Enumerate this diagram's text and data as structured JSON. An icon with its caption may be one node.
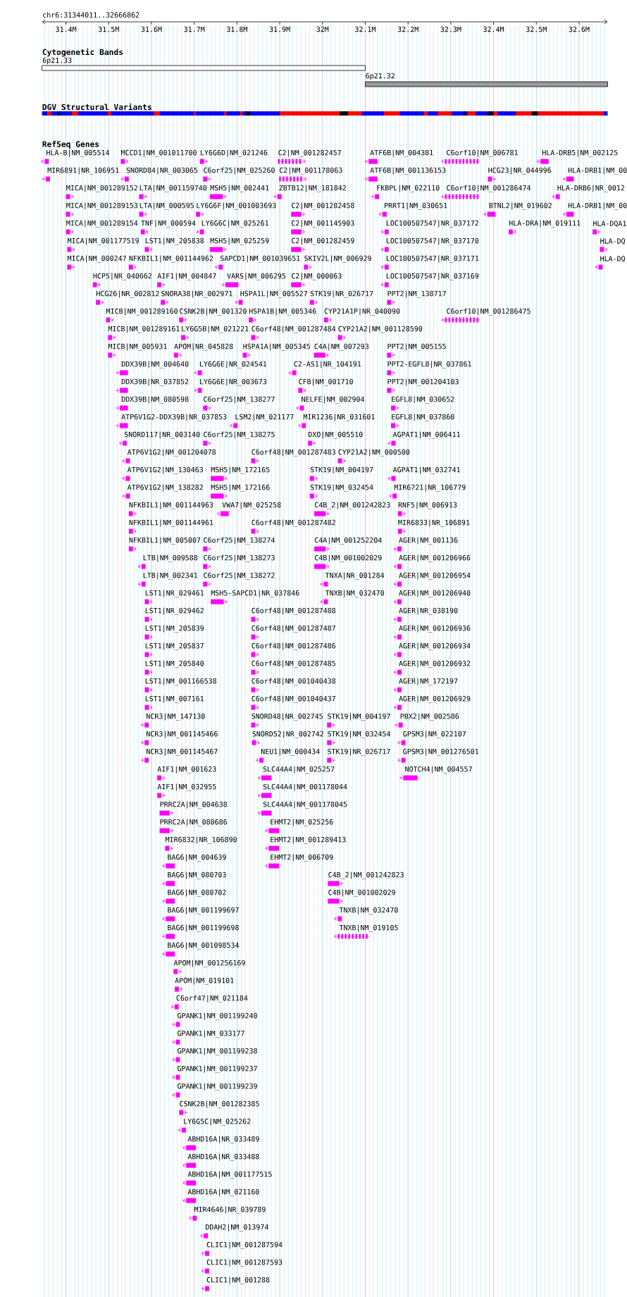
{
  "diagram": {
    "labels": [
      "chr6:31344011..32666862",
      "31.4M",
      "31.5M",
      "31.6M",
      "31.7M",
      "31.8M",
      "31.9M",
      "32M",
      "32.1M",
      "32.2M",
      "32.3M",
      "32.4M",
      "32.5M",
      "32.6M",
      "Cytogenetic Bands",
      "6p21.33",
      "6p21.32",
      "DGV Structural Variants",
      "RefSeq Genes",
      "HLA-B|NM_005514",
      "MCCD1|NM_001011700",
      "LY6G6D|NM_021246",
      "C2|NM_001282457",
      "ATF6B|NM_004381",
      "C6orf10|NM_006781",
      "HLA-DRB5|NM_002125",
      "MIR6891|NR_106951",
      "SNORD84|NR_003065",
      "C6orf25|NM_025260",
      "C2|NM_001178063",
      "ATF6B|NM_001136153",
      "HCG23|NR_044996",
      "HLA-DRB1|NM_00",
      "MICA|NM_001289152",
      "LTA|NM_001159740",
      "MSH5|NM_002441",
      "ZBTB12|NM_181842",
      "FKBPL|NM_022110",
      "C6orf10|NM_001286474",
      "HLA-DRB6|NR_0012",
      "MICA|NM_001289153",
      "LTA|NM_000595",
      "LY6G6F|NM_001003693",
      "C2|NM_001282458",
      "PRRT1|NM_030651",
      "BTNL2|NM_019602",
      "HLA-DRB1|NM_00",
      "MICA|NM_001289154",
      "TNF|NM_000594",
      "LY6G6C|NM_025261",
      "C2|NM_001145903",
      "LOC100507547|NR_037172",
      "HLA-DRA|NM_019111",
      "HLA-DQA1",
      "MICA|NM_001177519",
      "LST1|NM_205838",
      "MSH5|NM_025259",
      "C2|NM_001282459",
      "LOC100507547|NR_037170",
      "HLA-DQ",
      "MICA|NM_000247",
      "NFKBIL1|NM_001144962",
      "SAPCD1|NM_001039651",
      "SKIV2L|NM_006929",
      "LOC100507547|NR_037171",
      "HLA-DQ",
      "HCP5|NR_040662",
      "AIF1|NM_004847",
      "VARS|NM_006295",
      "C2|NM_000063",
      "LOC100507547|NR_037169",
      "HCG26|NR_002812",
      "SNORA38|NR_002971",
      "HSPA1L|NM_005527",
      "STK19|NR_026717",
      "PPT2|NM_138717",
      "MICB|NM_001289160",
      "CSNK2B|NM_001320",
      "HSPA1B|NM_005346",
      "CYP21A1P|NR_040090",
      "C6orf10|NM_001286475",
      "MICB|NM_001289161",
      "LY6G5B|NM_021221",
      "C6orf48|NM_001287484",
      "CYP21A2|NM_001128590",
      "MICB|NM_005931",
      "APOM|NR_045828",
      "HSPA1A|NM_005345",
      "C4A|NM_007293",
      "PPT2|NM_005155",
      "DDX39B|NM_004640",
      "LY6G6E|NR_024541",
      "C2-AS1|NR_104191",
      "PPT2-EGFL8|NR_037861",
      "DDX39B|NR_037852",
      "LY6G6E|NR_003673",
      "CFB|NM_001710",
      "PPT2|NM_001204103",
      "DDX39B|NM_080598",
      "C6orf25|NM_138277",
      "NELFE|NM_002904",
      "EGFL8|NM_030652",
      "ATP6V1G2-DDX39B|NR_037853",
      "LSM2|NM_021177",
      "MIR1236|NR_031601",
      "EGFL8|NM_037860",
      "SNORD117|NR_003140",
      "C6orf25|NM_138275",
      "DXO|NM_005510",
      "AGPAT1|NM_006411",
      "ATP6V1G2|NM_001204078",
      "C6orf48|NM_001287483",
      "CYP21A2|NM_000500",
      "ATP6V1G2|NM_130463",
      "MSH5|NM_172165",
      "STK19|NM_004197",
      "AGPAT1|NM_032741",
      "ATP6V1G2|NM_138282",
      "MSH5|NM_172166",
      "STK19|NM_032454",
      "MIR6721|NR_106779",
      "NFKBIL1|NM_001144963",
      "VWA7|NM_025258",
      "C4B_2|NM_001242823",
      "RNF5|NM_006913",
      "NFKBIL1|NM_001144961",
      "C6orf48|NM_001287482",
      "MIR6833|NR_106891",
      "NFKBIL1|NM_005007",
      "C6orf25|NM_138274",
      "C4A|NM_001252204",
      "AGER|NM_001136",
      "LTB|NM_009588",
      "C6orf25|NM_138273",
      "C4B|NM_001002029",
      "AGER|NM_001206966",
      "LTB|NM_002341",
      "C6orf25|NM_138272",
      "TNXA|NR_001284",
      "AGER|NM_001206954",
      "LST1|NR_029461",
      "MSH5-SAPCD1|NR_037846",
      "TNXB|NM_032470",
      "AGER|NM_001206940",
      "LST1|NR_029462",
      "C6orf48|NM_001287488",
      "AGER|NR_038190",
      "LST1|NM_205839",
      "C6orf48|NM_001287487",
      "AGER|NM_001206936",
      "LST1|NM_205837",
      "C6orf48|NM_001287486",
      "AGER|NM_001206934",
      "LST1|NM_205840",
      "C6orf48|NM_001287485",
      "AGER|NM_001206932",
      "LST1|NM_001166538",
      "C6orf48|NM_001040438",
      "AGER|NM_172197",
      "LST1|NM_007161",
      "C6orf48|NM_001040437",
      "AGER|NM_001206929",
      "NCR3|NM_147130",
      "SNORD48|NR_002745",
      "STK19|NM_004197",
      "PBX2|NM_002586",
      "NCR3|NM_001145466",
      "SNORD52|NR_002742",
      "STK19|NM_032454",
      "GPSM3|NM_022107",
      "NCR3|NM_001145467",
      "NEU1|NM_000434",
      "STK19|NR_026717",
      "GPSM3|NM_001276501",
      "AIF1|NM_001623",
      "SLC44A4|NM_025257",
      "NOTCH4|NM_004557",
      "AIF1|NM_032955",
      "SLC44A4|NM_001178044",
      "PRRC2A|NM_004638",
      "SLC44A4|NM_001178045",
      "PRRC2A|NM_080686",
      "EHMT2|NM_025256",
      "MIR6832|NR_106890",
      "EHMT2|NM_001289413",
      "BAG6|NM_004639",
      "EHMT2|NM_006709",
      "BAG6|NM_080703",
      "C4B_2|NM_001242823",
      "BAG6|NM_080702",
      "C4B|NM_001002029",
      "BAG6|NM_001199697",
      "TNXB|NM_032470",
      "BAG6|NM_001199698",
      "TNXB|NM_019105",
      "BAG6|NM_001098534",
      "APOM|NM_001256169",
      "APOM|NM_019101",
      "C6orf47|NM_021184",
      "GPANK1|NM_001199240",
      "GPANK1|NM_033177",
      "GPANK1|NM_001199238",
      "GPANK1|NM_001199237",
      "GPANK1|NM_001199239",
      "CSNK2B|NM_001282385",
      "LY6G5C|NM_025262",
      "ABHD16A|NR_033489",
      "ABHD16A|NR_033488",
      "ABHD16A|NM_001177515",
      "ABHD16A|NM_021160",
      "MIR4646|NR_039789",
      "DDAH2|NM_013974",
      "CLIC1|NM_001287594",
      "CLIC1|NM_001287593",
      "CLIC1|NM_001288"
    ]
  }
}
